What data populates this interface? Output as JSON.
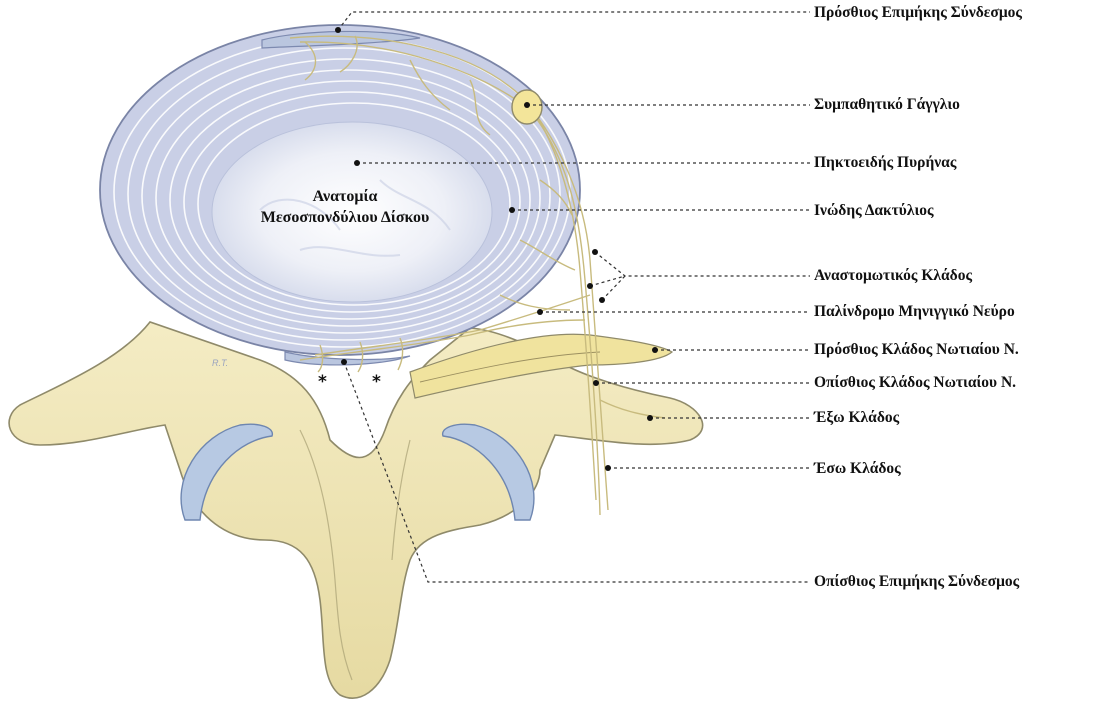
{
  "disc_title": {
    "line1": "Ανατομία",
    "line2": "Μεσοσπονδύλιου Δίσκου"
  },
  "labels": {
    "anterior_longitudinal_ligament": "Πρόσθιος Επιμήκης Σύνδεσμος",
    "sympathetic_ganglion": "Συμπαθητικό Γάγγλιο",
    "nucleus_pulposus": "Πηκτοειδής Πυρήνας",
    "annulus_fibrosus": "Ινώδης Δακτύλιος",
    "communicating_branch": "Αναστομωτικός Κλάδος",
    "recurrent_meningeal_nerve": "Παλίνδρομο Μηνιγγικό Νεύρο",
    "ventral_ramus": "Πρόσθιος Κλάδος Νωτιαίου Ν.",
    "dorsal_ramus": "Οπίσθιος Κλάδος Νωτιαίου Ν.",
    "lateral_branch": "Έξω Κλάδος",
    "medial_branch": "Έσω Κλάδος",
    "posterior_longitudinal_ligament": "Οπίσθιος Επιμήκης Σύνδεσμος"
  },
  "markers": {
    "star_left": "*",
    "star_right": "*"
  },
  "artist_mark": "R.T.",
  "colors": {
    "disc_outer": "#c9cfe6",
    "disc_ring": "#ffffff",
    "nucleus": "#e8ebf4",
    "bone": "#efe6b8",
    "bone_outline": "#8f8a6a",
    "cartilage": "#b7c9e3",
    "nerve": "#d8cc8e",
    "ligament": "#bac6df",
    "leader": "#333333"
  }
}
